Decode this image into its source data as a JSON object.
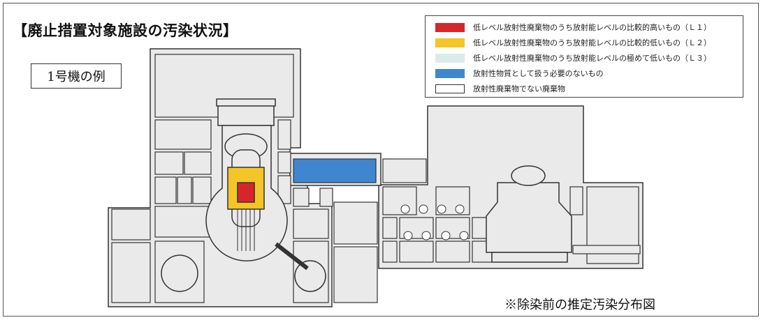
{
  "title": "【廃止措置対象施設の汚染状況】",
  "unit_label": "1号機の例",
  "note": "※除染前の推定汚染分布図",
  "legend": {
    "items": [
      {
        "label": "低レベル放射性廃棄物のうち放射能レベルの比較的高いもの（Ｌ１）",
        "color": "#d7262b"
      },
      {
        "label": "低レベル放射性廃棄物のうち放射能レベルの比較的低いもの（Ｌ２）",
        "color": "#f3c527"
      },
      {
        "label": "低レベル放射性廃棄物のうち放射能レベルの極めて低いもの（Ｌ３）",
        "color": "#d9ecea"
      },
      {
        "label": "放射性物質として扱う必要のないもの",
        "color": "#3f86cf"
      },
      {
        "label": "放射性廃棄物でない廃棄物",
        "color": "#ffffff"
      }
    ]
  },
  "colors": {
    "building_fill": "#eaeaea",
    "wall": "#333333",
    "reactor_l1": "#d7262b",
    "reactor_l2": "#f3c527",
    "pool_blue": "#3f86cf"
  }
}
